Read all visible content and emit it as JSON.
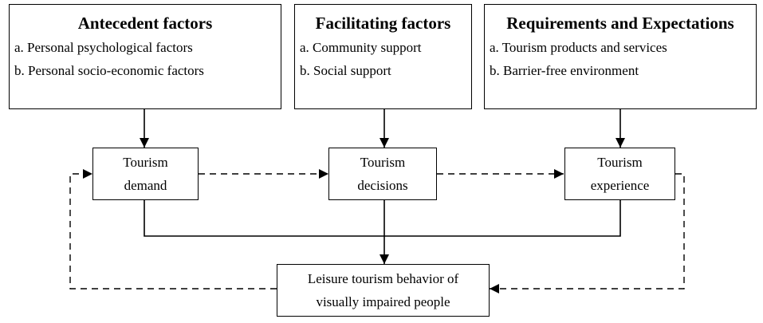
{
  "factors": [
    {
      "title": "Antecedent factors",
      "items": [
        "a. Personal psychological factors",
        "b. Personal socio-economic factors"
      ]
    },
    {
      "title": "Facilitating factors",
      "items": [
        "a. Community support",
        "b. Social support"
      ]
    },
    {
      "title": "Requirements and Expectations",
      "items": [
        "a. Tourism products and services",
        "b. Barrier-free environment"
      ]
    }
  ],
  "stages": [
    {
      "line1": "Tourism",
      "line2": "demand"
    },
    {
      "line1": "Tourism",
      "line2": "decisions"
    },
    {
      "line1": "Tourism",
      "line2": "experience"
    }
  ],
  "outcome": {
    "line1": "Leisure tourism behavior of",
    "line2": "visually impaired people"
  }
}
